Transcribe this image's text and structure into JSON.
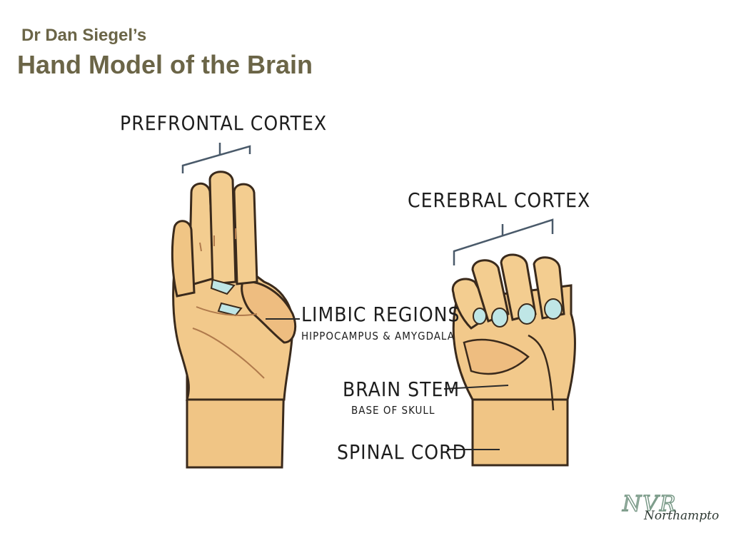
{
  "header": {
    "subtitle": "Dr Dan Siegel’s",
    "title": "Hand Model of the Brain"
  },
  "labels": {
    "prefrontal": "PREFRONTAL CORTEX",
    "cerebral": "CEREBRAL CORTEX",
    "limbic": "LIMBIC REGIONS",
    "limbic_sub": "HIPPOCAMPUS & AMYGDALA",
    "brainstem": "BRAIN STEM",
    "brainstem_sub": "BASE OF SKULL",
    "spinal": "SPINAL CORD"
  },
  "logo": {
    "letters": "NVR",
    "script": "Northampton"
  },
  "colors": {
    "title": "#6b6547",
    "skin": "#f1c98c",
    "skin_shade": "#d9a06c",
    "outline": "#3a2a1c",
    "bracket": "#4a5a6a",
    "nail": "#bfe6e6",
    "logo": "#7a9a88"
  }
}
